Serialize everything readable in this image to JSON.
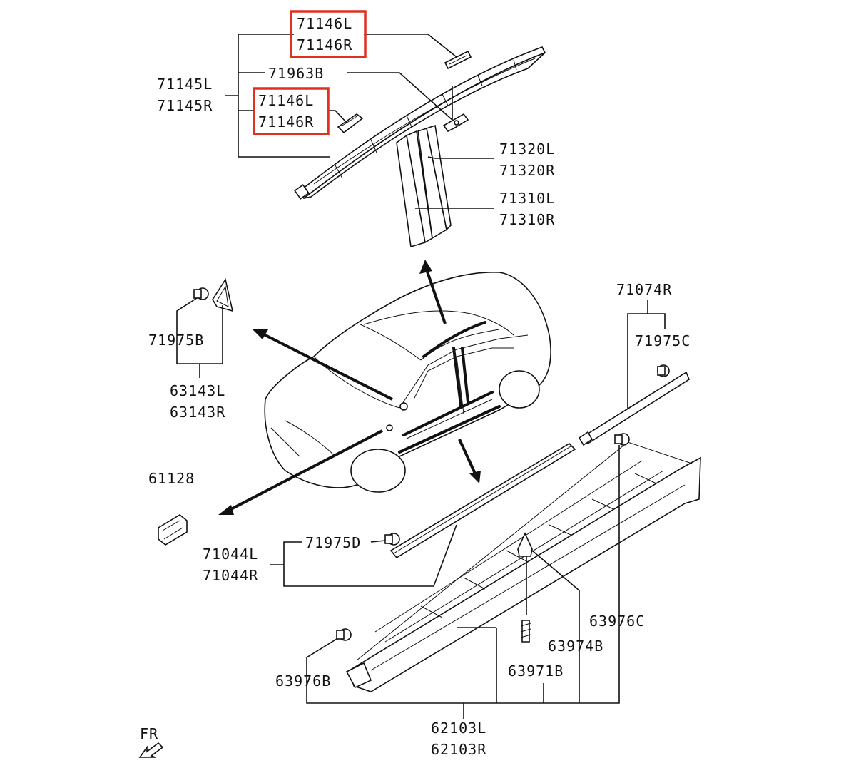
{
  "diagram": {
    "labels": {
      "l_71146L_top": "71146L",
      "l_71146R_top": "71146R",
      "l_71963B": "71963B",
      "l_71145L": "71145L",
      "l_71145R": "71145R",
      "l_71146L_mid": "71146L",
      "l_71146R_mid": "71146R",
      "l_71320L": "71320L",
      "l_71320R": "71320R",
      "l_71310L": "71310L",
      "l_71310R": "71310R",
      "l_71975B": "71975B",
      "l_63143L": "63143L",
      "l_63143R": "63143R",
      "l_71074R": "71074R",
      "l_71975C": "71975C",
      "l_61128": "61128",
      "l_71975D": "71975D",
      "l_71044L": "71044L",
      "l_71044R": "71044R",
      "l_63976C": "63976C",
      "l_63974B": "63974B",
      "l_63971B": "63971B",
      "l_63976B": "63976B",
      "l_62103L": "62103L",
      "l_62103R": "62103R",
      "l_FR": "FR"
    },
    "highlight_color": "#e0301e",
    "highlighted_parts": [
      "71146L",
      "71146R"
    ]
  }
}
